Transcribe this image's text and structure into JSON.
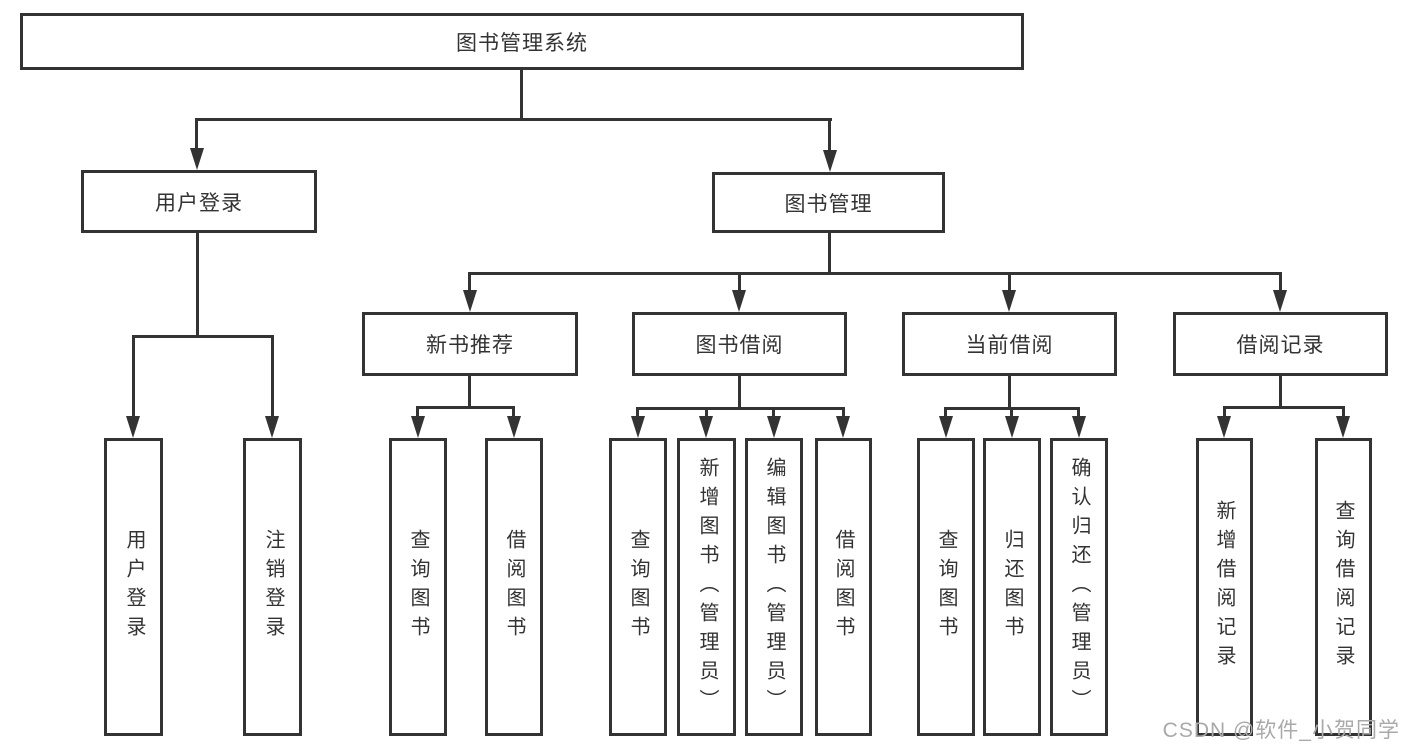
{
  "tree": {
    "root": {
      "label": "图书管理系统"
    },
    "level1": [
      {
        "label": "用户登录",
        "children": [
          {
            "label": "用户登录"
          },
          {
            "label": "注销登录"
          }
        ]
      },
      {
        "label": "图书管理",
        "children": [
          {
            "label": "新书推荐",
            "children": [
              {
                "label": "查询图书"
              },
              {
                "label": "借阅图书"
              }
            ]
          },
          {
            "label": "图书借阅",
            "children": [
              {
                "label": "查询图书"
              },
              {
                "label": "新增图书（管理员）"
              },
              {
                "label": "编辑图书（管理员）"
              },
              {
                "label": "借阅图书"
              }
            ]
          },
          {
            "label": "当前借阅",
            "children": [
              {
                "label": "查询图书"
              },
              {
                "label": "归还图书"
              },
              {
                "label": "确认归还（管理员）"
              }
            ]
          },
          {
            "label": "借阅记录",
            "children": [
              {
                "label": "新增借阅记录"
              },
              {
                "label": "查询借阅记录"
              }
            ]
          }
        ]
      }
    ]
  },
  "watermark": {
    "text": "CSDN @软件_小贺同学"
  },
  "colors": {
    "line": "#333333",
    "text": "#333333",
    "watermark_text": "#a9a9a9",
    "background": "#ffffff"
  }
}
